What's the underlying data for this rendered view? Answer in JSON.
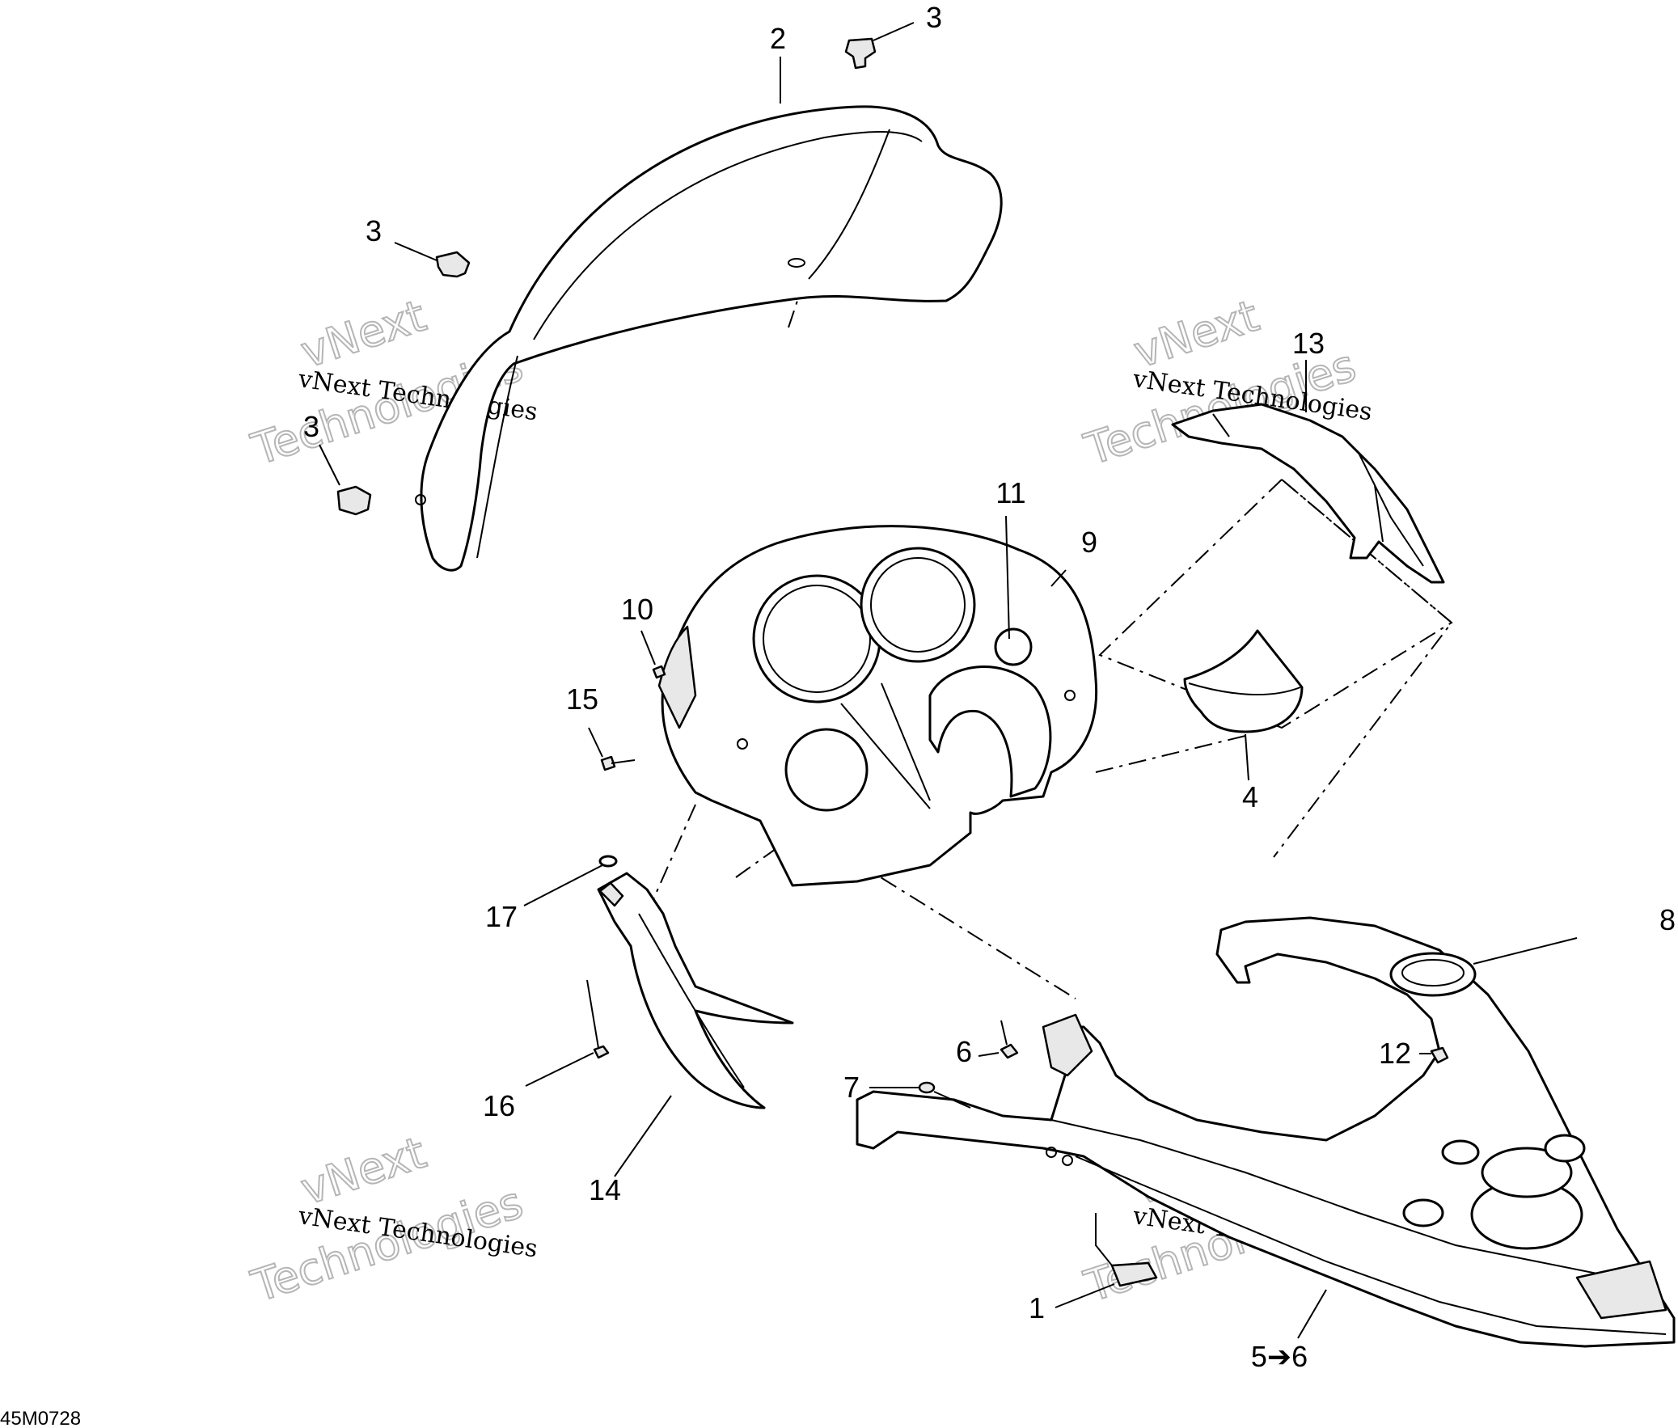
{
  "diagram_code": "45M0728",
  "watermark": {
    "line_small": "vNext Technologies",
    "line_big_top": "vNext",
    "line_big_bottom": "Technologies"
  },
  "callouts": {
    "c1": "1",
    "c2": "2",
    "c3a": "3",
    "c3b": "3",
    "c3c": "3",
    "c4": "4",
    "c5_6": "5➔6",
    "c6": "6",
    "c7": "7",
    "c8": "8",
    "c9": "9",
    "c10": "10",
    "c11": "11",
    "c12": "12",
    "c13": "13",
    "c14": "14",
    "c15": "15",
    "c16": "16",
    "c17": "17"
  }
}
